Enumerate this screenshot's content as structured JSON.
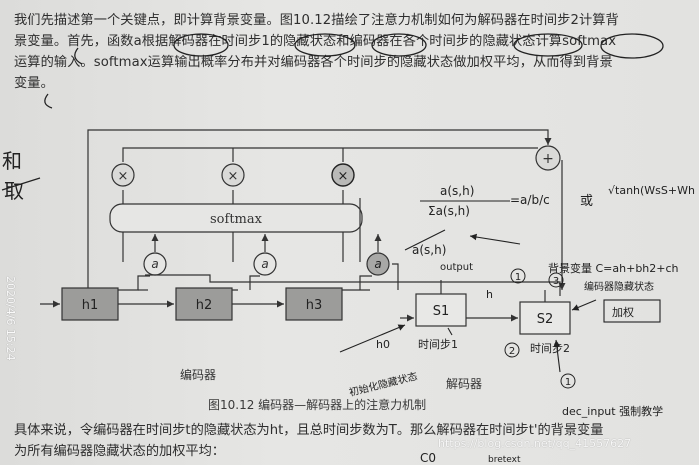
{
  "paragraph": {
    "line1": "我们先描述第一个关键点，即计算背景变量。图10.12描绘了注意力机制如何为解码器在时间步2计算背",
    "line2": "景变量。首先，函数a根据解码器在时间步1的隐藏状态和编码器在各个时间步的隐藏状态计算softmax",
    "line3": "运算的输入。softmax运算输出概率分布并对编码器各个时间步的隐藏状态做加权平均，从而得到背景",
    "line4": "变量。"
  },
  "figure": {
    "softmax_label": "softmax",
    "a_label": "a",
    "encoder_states": [
      "h1",
      "h2",
      "h3"
    ],
    "decoder_states": [
      "S1",
      "S2"
    ],
    "encoder_label": "编码器",
    "decoder_label": "解码器",
    "caption": "图10.12  编码器—解码器上的注意力机制"
  },
  "handwriting": {
    "formula_numerator": "a(s,h)",
    "formula_denominator": "Σa(s,h)",
    "formula_rhs": "=a/b/c",
    "or_text": "或",
    "tanh_text": "√tanh(WsS+Wh h)",
    "a_sh": "a(s,h)",
    "context_note": "背景变量 C=ah+bh2+ch",
    "encoder_hidden_note": "编码器隐藏状态",
    "output_label": "output",
    "h_label": "h",
    "h0_label": "h0",
    "h0_note": "时间步1",
    "init_note": "初始化隐藏状态",
    "s2_note": "时间步2",
    "weighted_note": "加权",
    "dec_input": "dec_input 强制教学",
    "c0": "C0",
    "num1": "1",
    "num2": "2",
    "num3": "3",
    "margin_char1": "和",
    "margin_char2": "取",
    "dash_text": "bretext"
  },
  "bottom_text": {
    "line1": "具体来说，令编码器在时间步t的隐藏状态为ht，且总时间步数为T。那么解码器在时间步t'的背景变量",
    "line2": "为所有编码器隐藏状态的加权平均："
  },
  "watermark": "https://blog.csdn.net/qq_41557627",
  "datestamp": "2020/4/6  15:24"
}
